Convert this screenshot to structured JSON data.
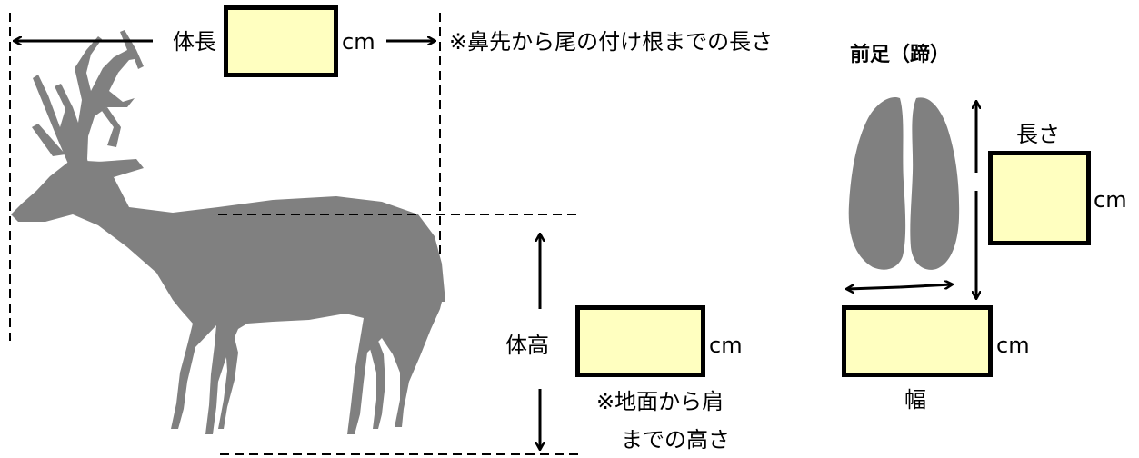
{
  "body_length": {
    "label": "体長",
    "unit": "cm",
    "note": "※鼻先から尾の付け根までの長さ",
    "value": ""
  },
  "body_height": {
    "label": "体高",
    "unit": "cm",
    "note_line1": "※地面から肩",
    "note_line2": "までの高さ",
    "value": ""
  },
  "hoof": {
    "title": "前足（蹄）",
    "length_label": "長さ",
    "length_unit": "cm",
    "length_value": "",
    "width_label": "幅",
    "width_unit": "cm",
    "width_value": ""
  },
  "colors": {
    "input_fill": "#ffffc0",
    "silhouette": "#808080",
    "line": "#000000"
  }
}
